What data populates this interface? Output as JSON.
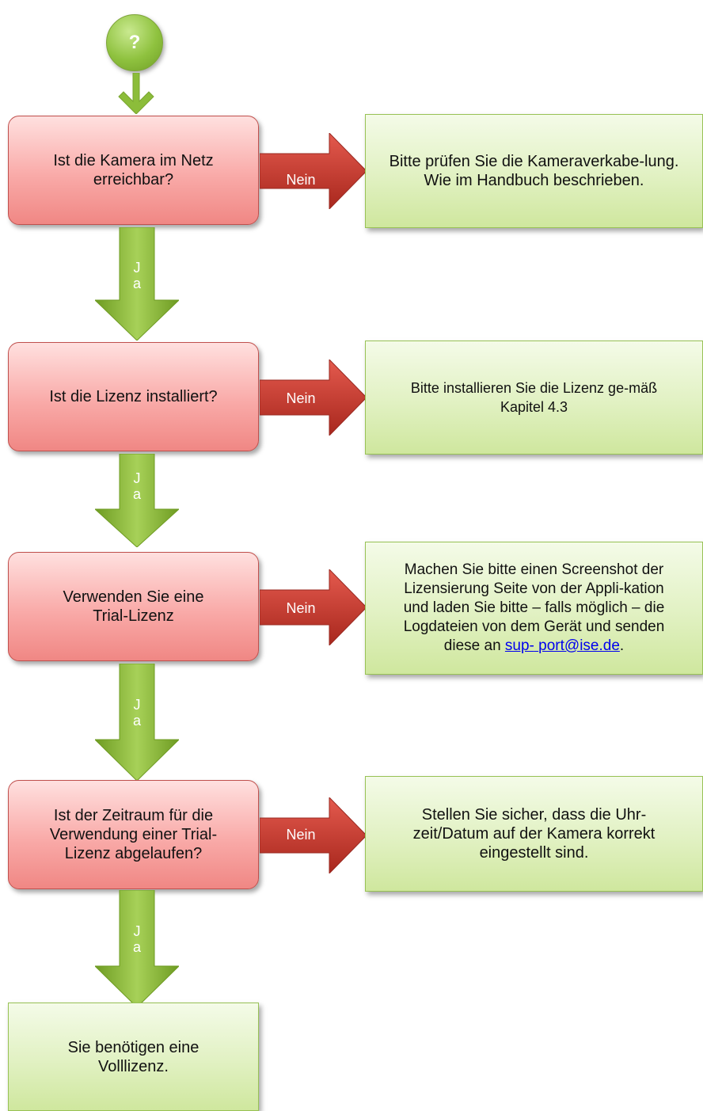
{
  "start": {
    "symbol": "?"
  },
  "steps": [
    {
      "question": "Ist die Kamera im Netz erreichbar?",
      "no_label": "Nein",
      "yes_label_1": "J",
      "yes_label_2": "a",
      "answer": "Bitte prüfen Sie die Kameraverkabe-lung. Wie im Handbuch beschrieben."
    },
    {
      "question": "Ist die Lizenz installiert?",
      "no_label": "Nein",
      "yes_label_1": "J",
      "yes_label_2": "a",
      "answer": "Bitte installieren Sie die Lizenz ge-mäß Kapitel 4.3"
    },
    {
      "question": "Verwenden Sie eine Trial-Lizenz",
      "no_label": "Nein",
      "yes_label_1": "J",
      "yes_label_2": "a",
      "answer_text": "Machen Sie bitte einen Screenshot der Lizensierung Seite von der Appli-kation und laden Sie bitte – falls möglich – die Logdateien von dem Gerät und senden diese an ",
      "answer_link_1": "sup-",
      "answer_link_2": "port@ise.de",
      "answer_end": "."
    },
    {
      "question": "Ist der Zeitraum für die Verwendung einer Trial-Lizenz abgelaufen?",
      "no_label": "Nein",
      "yes_label_1": "J",
      "yes_label_2": "a",
      "answer": "Stellen Sie sicher, dass die Uhr-zeit/Datum auf der Kamera korrekt eingestellt sind."
    }
  ],
  "final": "Sie benötigen eine Volllizenz.",
  "colors": {
    "question_fill": "#f9aaa8",
    "question_border": "#c0504d",
    "answer_fill": "#e1f1c2",
    "answer_border": "#98c255",
    "no_arrow": "#c0392f",
    "yes_arrow": "#8cbd3a"
  }
}
